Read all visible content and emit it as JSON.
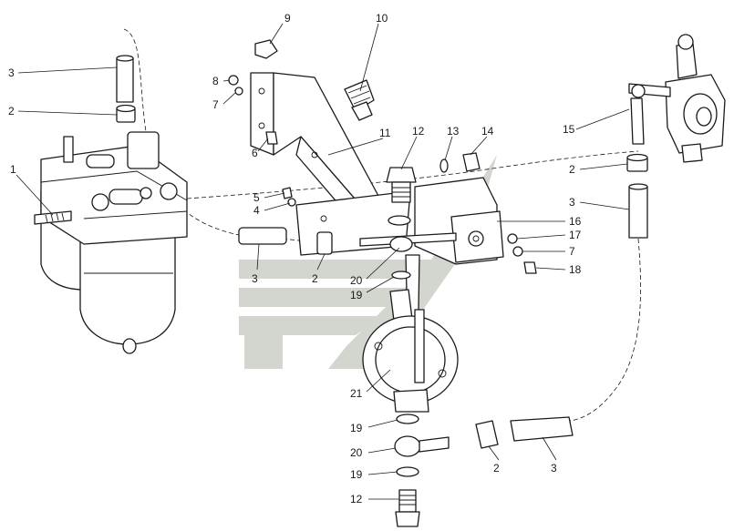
{
  "diagram": {
    "watermark_color": "#d2d6cf",
    "ink_color": "#1a1a1a",
    "callouts": [
      {
        "id": "c9",
        "label": "9"
      },
      {
        "id": "c10",
        "label": "10"
      },
      {
        "id": "c3a",
        "label": "3"
      },
      {
        "id": "c8",
        "label": "8"
      },
      {
        "id": "c7a",
        "label": "7"
      },
      {
        "id": "c2a",
        "label": "2"
      },
      {
        "id": "c11",
        "label": "11"
      },
      {
        "id": "c12a",
        "label": "12"
      },
      {
        "id": "c13",
        "label": "13"
      },
      {
        "id": "c14",
        "label": "14"
      },
      {
        "id": "c15",
        "label": "15"
      },
      {
        "id": "c1",
        "label": "1"
      },
      {
        "id": "c6",
        "label": "6"
      },
      {
        "id": "c2b",
        "label": "2"
      },
      {
        "id": "c5",
        "label": "5"
      },
      {
        "id": "c4",
        "label": "4"
      },
      {
        "id": "c3b",
        "label": "3"
      },
      {
        "id": "c16",
        "label": "16"
      },
      {
        "id": "c17",
        "label": "17"
      },
      {
        "id": "c7b",
        "label": "7"
      },
      {
        "id": "c3c",
        "label": "3"
      },
      {
        "id": "c2c",
        "label": "2"
      },
      {
        "id": "c18",
        "label": "18"
      },
      {
        "id": "c20a",
        "label": "20"
      },
      {
        "id": "c19a",
        "label": "19"
      },
      {
        "id": "c21",
        "label": "21"
      },
      {
        "id": "c19b",
        "label": "19"
      },
      {
        "id": "c20b",
        "label": "20"
      },
      {
        "id": "c2d",
        "label": "2"
      },
      {
        "id": "c3d",
        "label": "3"
      },
      {
        "id": "c19c",
        "label": "19"
      },
      {
        "id": "c12b",
        "label": "12"
      }
    ]
  }
}
